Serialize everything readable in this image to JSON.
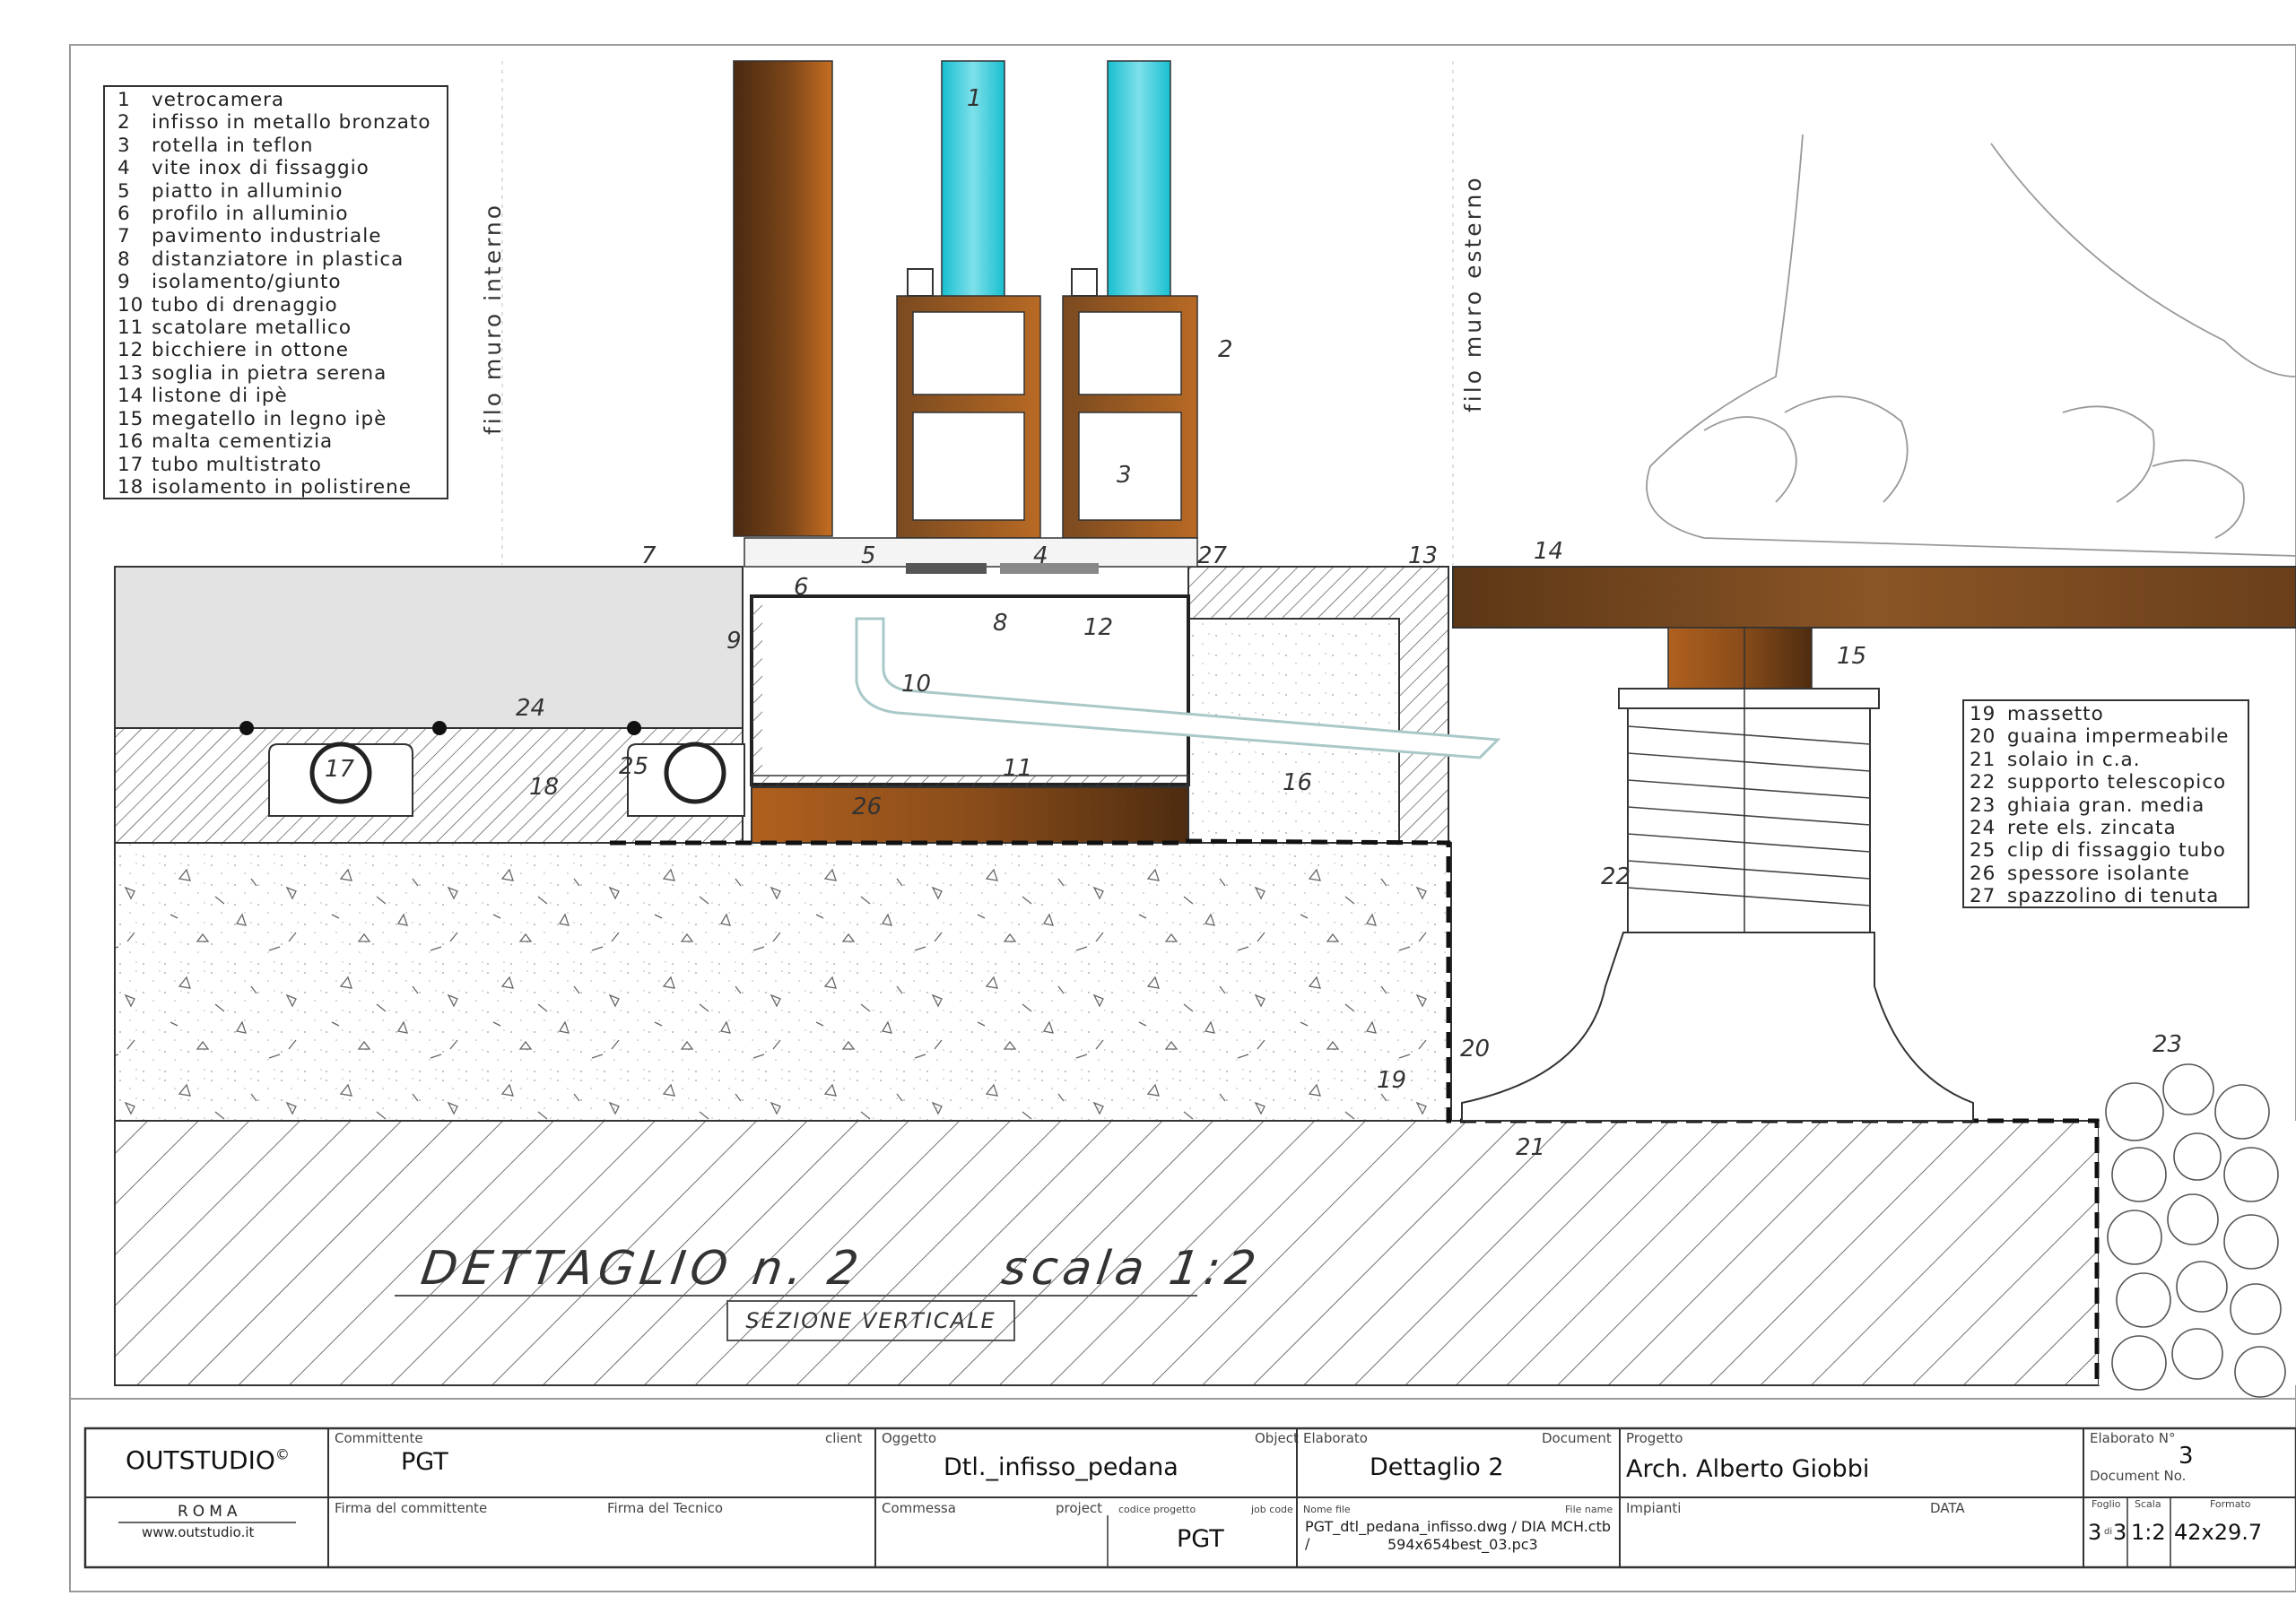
{
  "legend_left": [
    {
      "n": "1",
      "t": "vetrocamera"
    },
    {
      "n": "2",
      "t": "infisso in metallo bronzato"
    },
    {
      "n": "3",
      "t": "rotella in teflon"
    },
    {
      "n": "4",
      "t": "vite inox di fissaggio"
    },
    {
      "n": "5",
      "t": "piatto in alluminio"
    },
    {
      "n": "6",
      "t": "profilo in alluminio"
    },
    {
      "n": "7",
      "t": "pavimento industriale"
    },
    {
      "n": "8",
      "t": "distanziatore in plastica"
    },
    {
      "n": "9",
      "t": "isolamento/giunto"
    },
    {
      "n": "10",
      "t": "tubo di drenaggio"
    },
    {
      "n": "11",
      "t": "scatolare metallico"
    },
    {
      "n": "12",
      "t": "bicchiere in ottone"
    },
    {
      "n": "13",
      "t": "soglia in pietra serena"
    },
    {
      "n": "14",
      "t": "listone di ipè"
    },
    {
      "n": "15",
      "t": "megatello in legno ipè"
    },
    {
      "n": "16",
      "t": "malta cementizia"
    },
    {
      "n": "17",
      "t": "tubo multistrato"
    },
    {
      "n": "18",
      "t": "isolamento in polistirene"
    }
  ],
  "legend_right": [
    {
      "n": "19",
      "t": "massetto"
    },
    {
      "n": "20",
      "t": "guaina impermeabile"
    },
    {
      "n": "21",
      "t": "solaio in c.a."
    },
    {
      "n": "22",
      "t": "supporto telescopico"
    },
    {
      "n": "23",
      "t": "ghiaia gran. media"
    },
    {
      "n": "24",
      "t": "rete els. zincata"
    },
    {
      "n": "25",
      "t": "clip di fissaggio tubo"
    },
    {
      "n": "26",
      "t": "spessore isolante"
    },
    {
      "n": "27",
      "t": "spazzolino di tenuta"
    }
  ],
  "callouts": [
    "1",
    "2",
    "3",
    "4",
    "5",
    "6",
    "7",
    "8",
    "9",
    "10",
    "11",
    "12",
    "13",
    "14",
    "15",
    "16",
    "17",
    "18",
    "19",
    "20",
    "21",
    "22",
    "23",
    "24",
    "25",
    "26",
    "27"
  ],
  "wall_labels": {
    "inner": "filo muro interno",
    "outer": "filo muro esterno"
  },
  "title": {
    "main": "DETTAGLIO n. 2",
    "scale": "scala 1:2",
    "sub": "SEZIONE VERTICALE"
  },
  "title_block": {
    "studio": "OUTSTUDIO",
    "copyright": "©",
    "city": "ROMA",
    "website": "www.outstudio.it",
    "committente_label": "Committente",
    "client_label": "client",
    "client": "PGT",
    "firma_committente": "Firma del committente",
    "firma_tecnico": "Firma del Tecnico",
    "oggetto_label": "Oggetto",
    "object_label": "Object",
    "object": "Dtl._infisso_pedana",
    "commessa_label": "Commessa",
    "project_label": "project",
    "codice_label": "codice progetto",
    "jobcode_label": "job code",
    "job_code": "PGT",
    "elaborato_label": "Elaborato",
    "document_label": "Document",
    "document": "Dettaglio 2",
    "nomefile_label": "Nome file",
    "filename_label": "File name",
    "filename": "PGT_dtl_pedana_infisso.dwg / DIA MCH.ctb /",
    "filename2": "594x654best_03.pc3",
    "progetto_label": "Progetto",
    "progetto": "Arch. Alberto Giobbi",
    "impianti_label": "Impianti",
    "data_label": "DATA",
    "elab_n_label": "Elaborato N°",
    "doc_no_label": "Document No.",
    "doc_no": "3",
    "foglio_label": "Foglio",
    "scala_label": "Scala",
    "formato_label": "Formato",
    "foglio": "3",
    "di_label": "di",
    "foglio_tot": "3",
    "scala": "1:2",
    "formato": "42x29.7"
  },
  "colors": {
    "wood_dark": "#4a2a12",
    "wood_light": "#c06a22",
    "glass": "#1cc7d6",
    "ink": "#333333"
  }
}
